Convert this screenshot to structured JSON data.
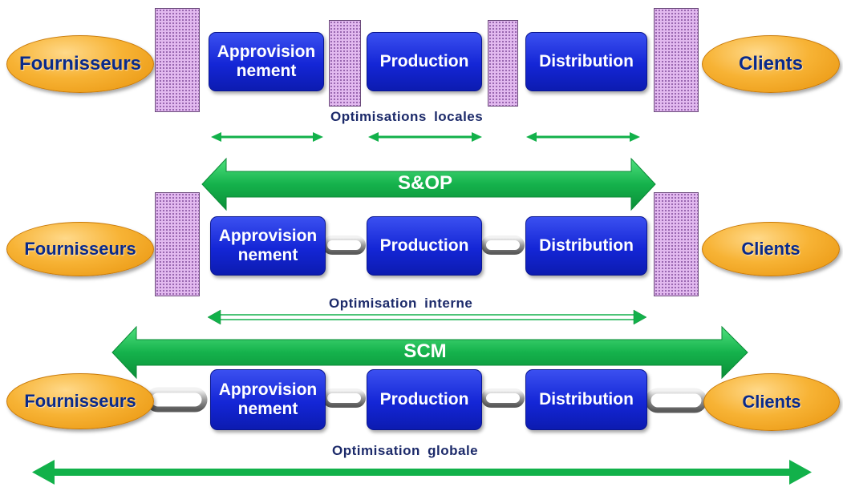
{
  "rows": [
    {
      "left_ellipse": "Fournisseurs",
      "steps": [
        "Approvision\nnement",
        "Production",
        "Distribution"
      ],
      "right_ellipse": "Clients",
      "caption": "Optimisations locales"
    },
    {
      "band_label": "S&OP",
      "left_ellipse": "Fournisseurs",
      "steps": [
        "Approvision\nnement",
        "Production",
        "Distribution"
      ],
      "right_ellipse": "Clients",
      "caption": "Optimisation interne"
    },
    {
      "band_label": "SCM",
      "left_ellipse": "Fournisseurs",
      "steps": [
        "Approvision\nnement",
        "Production",
        "Distribution"
      ],
      "right_ellipse": "Clients",
      "caption": "Optimisation globale"
    }
  ],
  "colors": {
    "ellipse": "#f7b335",
    "step_box": "#1426d6",
    "buffer": "#e2b9ef",
    "arrow": "#12b14a",
    "text": "#1c2a6a"
  },
  "icons": [
    "chain-link-icon",
    "double-arrow-icon"
  ]
}
